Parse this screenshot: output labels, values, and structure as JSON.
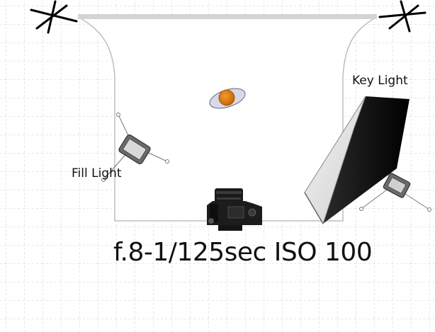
{
  "labels": {
    "key_light": "Key Light",
    "fill_light": "Fill Light",
    "camera_settings": "f.8-1/125sec ISO 100"
  },
  "icons": {
    "backdrop": "backdrop-sweep-icon",
    "stand_left": "c-stand-icon",
    "stand_right": "c-stand-icon",
    "subject": "subject-head-icon",
    "fill_light": "strobe-icon",
    "key_light": "softbox-icon",
    "camera": "dslr-camera-icon"
  },
  "colors": {
    "grid": "#cfcfcf",
    "backdrop_fill": "#ffffff",
    "backdrop_edge": "#bdbdbd",
    "backdrop_roll": "#d4d4d4",
    "subject": "#e07a10",
    "softbox_front": "#e8e8e8",
    "softbox_back": "#111111",
    "text": "#111111"
  }
}
